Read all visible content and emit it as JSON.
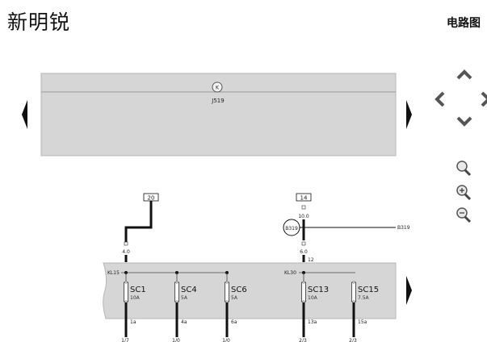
{
  "header": {
    "title": "新明锐",
    "breadcrumb": "电路图"
  },
  "diagram": {
    "component_top": {
      "symbol": "K",
      "label": "J519"
    },
    "connectors": {
      "left": "20",
      "right": "14"
    },
    "wire_values": {
      "right_upper": "10.0",
      "left_lower": "4.0",
      "right_lower": "6.0",
      "right_pin": "12"
    },
    "sensor": {
      "label": "B319",
      "ref": "B319"
    },
    "bus_labels": {
      "left": "KL15",
      "right": "KL30"
    },
    "fuses": [
      {
        "name": "SC1",
        "amp": "10A",
        "pin": "1a"
      },
      {
        "name": "SC4",
        "amp": "5A",
        "pin": "4a"
      },
      {
        "name": "SC6",
        "amp": "5A",
        "pin": "6a"
      },
      {
        "name": "SC13",
        "amp": "10A",
        "pin": "13a"
      },
      {
        "name": "SC15",
        "amp": "7.5A",
        "pin": "15a"
      }
    ],
    "bottom_labels": [
      "1/7",
      "1/0",
      "1/0",
      "2/3",
      "2/3"
    ]
  },
  "controls": {
    "prev_page": "prev-arrow-icon",
    "next_page": "next-arrow-icon",
    "pan": [
      "chevron-up-icon",
      "chevron-left-icon",
      "chevron-right-icon",
      "chevron-down-icon"
    ],
    "zoom": [
      "zoom-fit-icon",
      "zoom-in-icon",
      "zoom-out-icon"
    ]
  }
}
